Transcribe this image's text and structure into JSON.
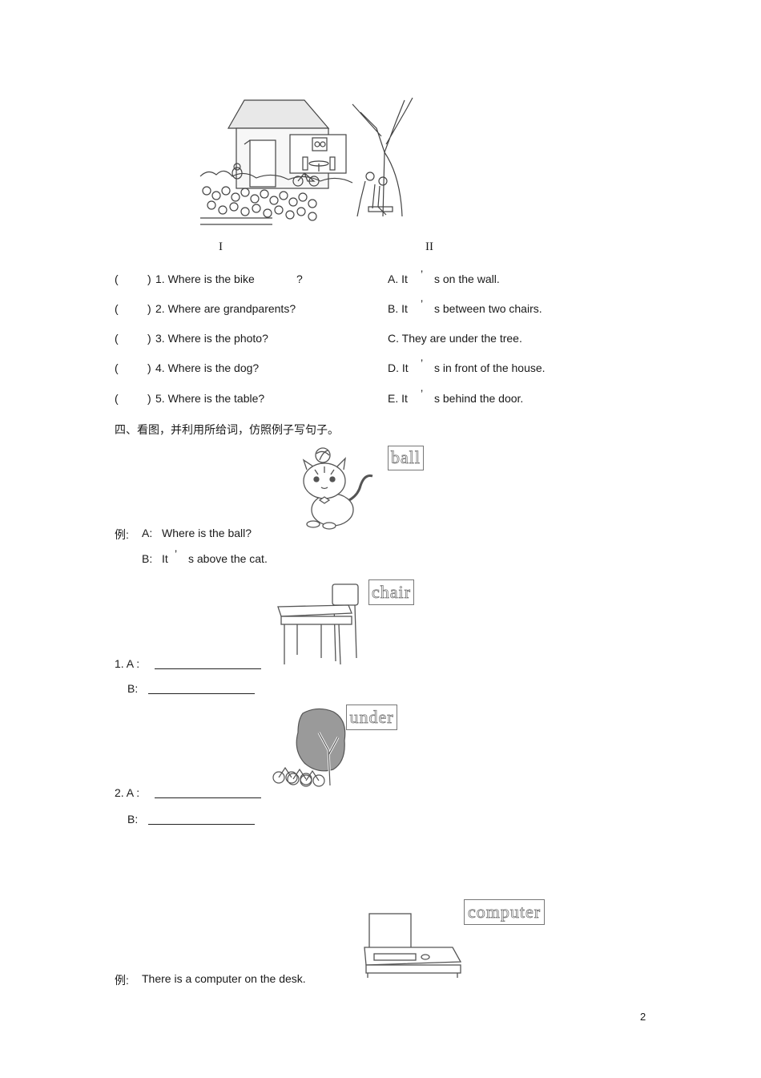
{
  "matching": {
    "col1_header": "I",
    "col2_header": "II",
    "questions": [
      {
        "paren": "(",
        "close": ")",
        "text": "1. Where is the bike",
        "tail": "?"
      },
      {
        "paren": "(",
        "close": ")",
        "text": "2. Where are grandparents?",
        "tail": ""
      },
      {
        "paren": "(",
        "close": ")",
        "text": "3. Where is the photo?",
        "tail": ""
      },
      {
        "paren": "(",
        "close": ")",
        "text": "4. Where is the dog?",
        "tail": ""
      },
      {
        "paren": "(",
        "close": ")",
        "text": "5. Where is the table?",
        "tail": ""
      }
    ],
    "answers": [
      {
        "a": "A. It",
        "apos": "’",
        "b": "s on the wall."
      },
      {
        "a": "B. It",
        "apos": "’",
        "b": "s between two chairs."
      },
      {
        "a": "C. They are under the tree.",
        "apos": "",
        "b": ""
      },
      {
        "a": "D. It",
        "apos": "’",
        "b": "s in front of the house."
      },
      {
        "a": "E. It",
        "apos": "’",
        "b": "s behind the door."
      }
    ]
  },
  "section4": {
    "title": "四、看图，并利用所给词，仿照例子写句子。",
    "example_label": "例:",
    "example_a_label": "A:",
    "example_a_text": "Where is the ball?",
    "example_b_label": "B:",
    "example_b_pre": "It",
    "example_b_apos": "’",
    "example_b_post": "s above the cat.",
    "words": {
      "ball": "ball",
      "chair": "chair",
      "under": "under",
      "computer": "computer"
    },
    "q1_a": "1. A  :",
    "q1_b": "B:",
    "q2_a": "2. A  :",
    "q2_b": "B:",
    "example2_label": "例:",
    "example2_text": "There is a computer on the desk."
  },
  "page_number": "2"
}
